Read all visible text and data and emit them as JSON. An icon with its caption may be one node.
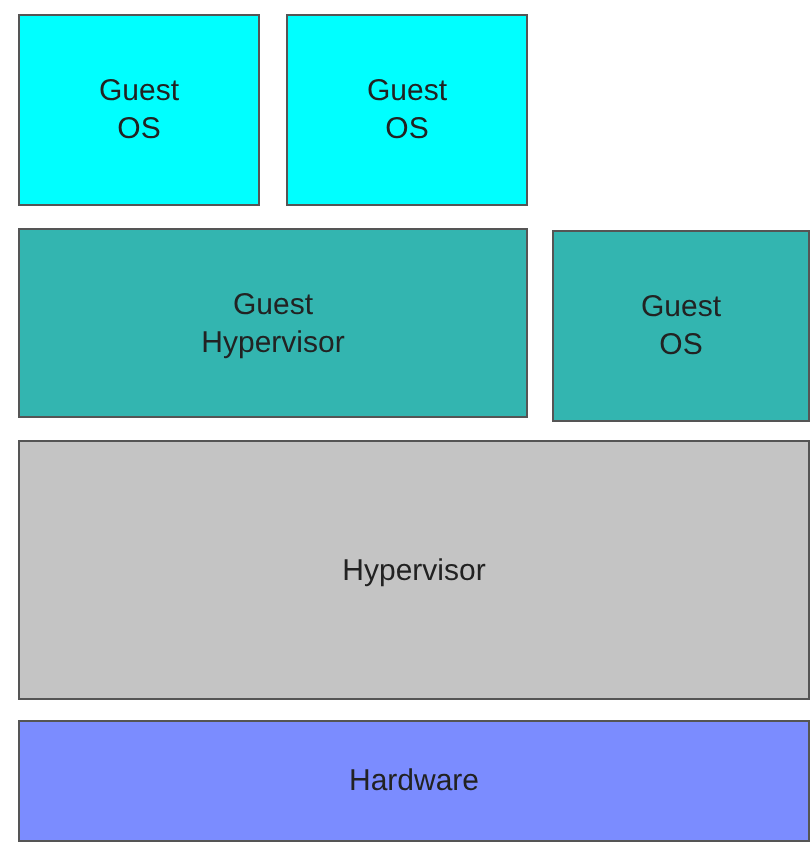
{
  "diagram": {
    "nodes": [
      {
        "text": [
          "Guest OS"
        ]
      },
      {
        "text": [
          "Guest OS"
        ]
      },
      {
        "text": [
          "Guest Hypervisor"
        ]
      },
      {
        "text": [
          "Guest OS"
        ]
      },
      {
        "text": [
          "Hypervisor"
        ]
      },
      {
        "text": [
          "Hardware"
        ]
      }
    ]
  }
}
